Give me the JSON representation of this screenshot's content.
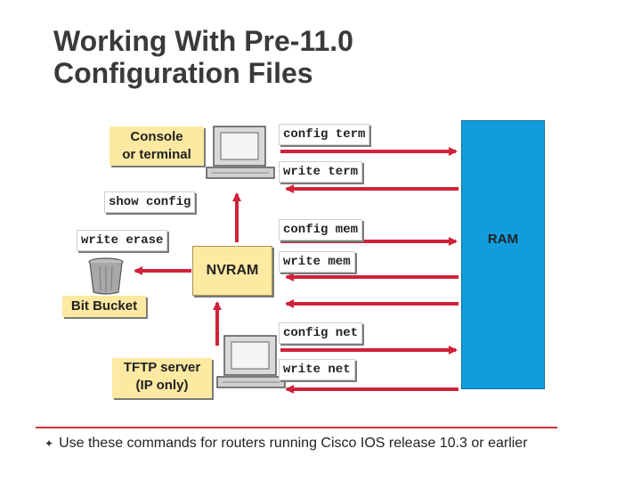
{
  "title": {
    "line1": "Working With Pre-11.0",
    "line2": "Configuration Files"
  },
  "nodes": {
    "console": "Console\nor terminal",
    "nvram": "NVRAM",
    "bit_bucket": "Bit Bucket",
    "tftp": "TFTP server\n(IP only)",
    "ram": "RAM"
  },
  "commands": {
    "config_term": "config term",
    "write_term": "write term",
    "show_config": "show config",
    "write_erase": "write erase",
    "config_mem": "config mem",
    "write_mem": "write mem",
    "config_net": "config net",
    "write_net": "write net"
  },
  "footer": {
    "bullet": "Use these commands for routers running Cisco IOS release 10.3 or earlier"
  },
  "colors": {
    "arrow": "#d0223a",
    "ram": "#119ddd",
    "label_bg": "#fde9a2"
  },
  "icons": [
    "computer-icon",
    "trash-can-icon"
  ]
}
